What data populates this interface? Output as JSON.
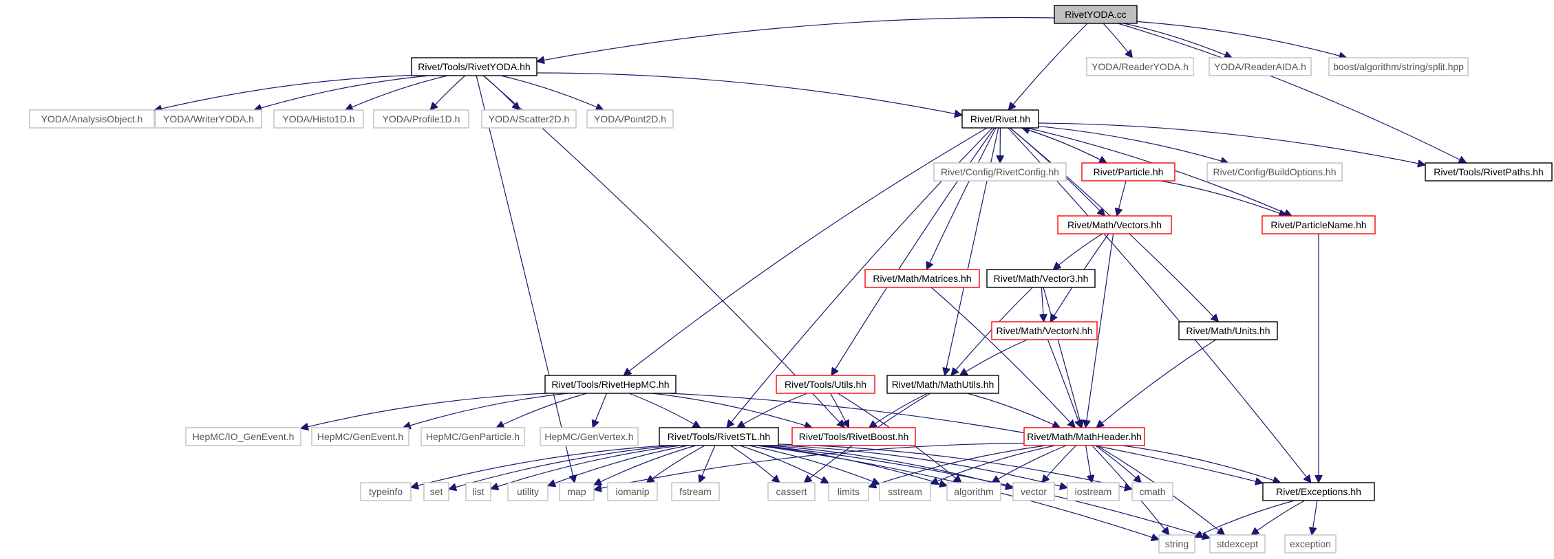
{
  "colors": {
    "edge": "#191970",
    "border_normal": "#000000",
    "border_red": "#ff0000",
    "border_gray": "#bfbfbf",
    "fill_root": "#bfbfbf",
    "fill_default": "#ffffff"
  },
  "nodes": [
    {
      "id": "n_rivetyoda_cc",
      "label": "RivetYODA.cc",
      "style": "root"
    },
    {
      "id": "n_tools_rivetyoda",
      "label": "Rivet/Tools/RivetYODA.hh",
      "style": "normal"
    },
    {
      "id": "n_reader_yoda",
      "label": "YODA/ReaderYODA.h",
      "style": "gray"
    },
    {
      "id": "n_reader_aida",
      "label": "YODA/ReaderAIDA.h",
      "style": "gray"
    },
    {
      "id": "n_boost_split",
      "label": "boost/algorithm/string/split.hpp",
      "style": "gray"
    },
    {
      "id": "n_analysisobject",
      "label": "YODA/AnalysisObject.h",
      "style": "gray"
    },
    {
      "id": "n_writeryoda",
      "label": "YODA/WriterYODA.h",
      "style": "gray"
    },
    {
      "id": "n_histo1d",
      "label": "YODA/Histo1D.h",
      "style": "gray"
    },
    {
      "id": "n_profile1d",
      "label": "YODA/Profile1D.h",
      "style": "gray"
    },
    {
      "id": "n_scatter2d",
      "label": "YODA/Scatter2D.h",
      "style": "gray"
    },
    {
      "id": "n_point2d",
      "label": "YODA/Point2D.h",
      "style": "gray"
    },
    {
      "id": "n_rivet_hh",
      "label": "Rivet/Rivet.hh",
      "style": "normal"
    },
    {
      "id": "n_rivetpaths",
      "label": "Rivet/Tools/RivetPaths.hh",
      "style": "normal"
    },
    {
      "id": "n_rivetconfig",
      "label": "Rivet/Config/RivetConfig.hh",
      "style": "gray"
    },
    {
      "id": "n_particle",
      "label": "Rivet/Particle.hh",
      "style": "red"
    },
    {
      "id": "n_buildoptions",
      "label": "Rivet/Config/BuildOptions.hh",
      "style": "gray"
    },
    {
      "id": "n_vectors",
      "label": "Rivet/Math/Vectors.hh",
      "style": "red"
    },
    {
      "id": "n_particlename",
      "label": "Rivet/ParticleName.hh",
      "style": "red"
    },
    {
      "id": "n_matrices",
      "label": "Rivet/Math/Matrices.hh",
      "style": "red"
    },
    {
      "id": "n_vector3",
      "label": "Rivet/Math/Vector3.hh",
      "style": "normal"
    },
    {
      "id": "n_vectorn",
      "label": "Rivet/Math/VectorN.hh",
      "style": "red"
    },
    {
      "id": "n_units",
      "label": "Rivet/Math/Units.hh",
      "style": "normal"
    },
    {
      "id": "n_rivethepmc",
      "label": "Rivet/Tools/RivetHepMC.hh",
      "style": "normal"
    },
    {
      "id": "n_utils",
      "label": "Rivet/Tools/Utils.hh",
      "style": "red"
    },
    {
      "id": "n_mathutils",
      "label": "Rivet/Math/MathUtils.hh",
      "style": "normal"
    },
    {
      "id": "n_io_genevent",
      "label": "HepMC/IO_GenEvent.h",
      "style": "gray"
    },
    {
      "id": "n_genevent",
      "label": "HepMC/GenEvent.h",
      "style": "gray"
    },
    {
      "id": "n_genparticle",
      "label": "HepMC/GenParticle.h",
      "style": "gray"
    },
    {
      "id": "n_genvertex",
      "label": "HepMC/GenVertex.h",
      "style": "gray"
    },
    {
      "id": "n_rivetstl",
      "label": "Rivet/Tools/RivetSTL.hh",
      "style": "normal"
    },
    {
      "id": "n_rivetboost",
      "label": "Rivet/Tools/RivetBoost.hh",
      "style": "red"
    },
    {
      "id": "n_mathheader",
      "label": "Rivet/Math/MathHeader.hh",
      "style": "red"
    },
    {
      "id": "n_typeinfo",
      "label": "typeinfo",
      "style": "gray"
    },
    {
      "id": "n_set",
      "label": "set",
      "style": "gray"
    },
    {
      "id": "n_list",
      "label": "list",
      "style": "gray"
    },
    {
      "id": "n_utility",
      "label": "utility",
      "style": "gray"
    },
    {
      "id": "n_map",
      "label": "map",
      "style": "gray"
    },
    {
      "id": "n_iomanip",
      "label": "iomanip",
      "style": "gray"
    },
    {
      "id": "n_fstream",
      "label": "fstream",
      "style": "gray"
    },
    {
      "id": "n_cassert",
      "label": "cassert",
      "style": "gray"
    },
    {
      "id": "n_limits",
      "label": "limits",
      "style": "gray"
    },
    {
      "id": "n_sstream",
      "label": "sstream",
      "style": "gray"
    },
    {
      "id": "n_algorithm",
      "label": "algorithm",
      "style": "gray"
    },
    {
      "id": "n_vector",
      "label": "vector",
      "style": "gray"
    },
    {
      "id": "n_iostream",
      "label": "iostream",
      "style": "gray"
    },
    {
      "id": "n_cmath",
      "label": "cmath",
      "style": "gray"
    },
    {
      "id": "n_exceptions",
      "label": "Rivet/Exceptions.hh",
      "style": "normal"
    },
    {
      "id": "n_string",
      "label": "string",
      "style": "gray"
    },
    {
      "id": "n_stdexcept",
      "label": "stdexcept",
      "style": "gray"
    },
    {
      "id": "n_exception",
      "label": "exception",
      "style": "gray"
    }
  ],
  "edges": [
    [
      "n_rivetyoda_cc",
      "n_tools_rivetyoda"
    ],
    [
      "n_rivetyoda_cc",
      "n_reader_yoda"
    ],
    [
      "n_rivetyoda_cc",
      "n_reader_aida"
    ],
    [
      "n_rivetyoda_cc",
      "n_boost_split"
    ],
    [
      "n_rivetyoda_cc",
      "n_rivet_hh"
    ],
    [
      "n_rivetyoda_cc",
      "n_rivetpaths"
    ],
    [
      "n_tools_rivetyoda",
      "n_analysisobject"
    ],
    [
      "n_tools_rivetyoda",
      "n_writeryoda"
    ],
    [
      "n_tools_rivetyoda",
      "n_histo1d"
    ],
    [
      "n_tools_rivetyoda",
      "n_profile1d"
    ],
    [
      "n_tools_rivetyoda",
      "n_scatter2d"
    ],
    [
      "n_tools_rivetyoda",
      "n_point2d"
    ],
    [
      "n_tools_rivetyoda",
      "n_rivet_hh"
    ],
    [
      "n_tools_rivetyoda",
      "n_map"
    ],
    [
      "n_tools_rivetyoda",
      "n_rivetboost"
    ],
    [
      "n_rivet_hh",
      "n_rivetconfig"
    ],
    [
      "n_rivet_hh",
      "n_particle"
    ],
    [
      "n_rivet_hh",
      "n_buildoptions"
    ],
    [
      "n_rivet_hh",
      "n_rivetpaths"
    ],
    [
      "n_rivet_hh",
      "n_vectors"
    ],
    [
      "n_rivet_hh",
      "n_particlename"
    ],
    [
      "n_rivet_hh",
      "n_matrices"
    ],
    [
      "n_rivet_hh",
      "n_units"
    ],
    [
      "n_rivet_hh",
      "n_rivethepmc"
    ],
    [
      "n_rivet_hh",
      "n_utils"
    ],
    [
      "n_rivet_hh",
      "n_mathutils"
    ],
    [
      "n_rivet_hh",
      "n_rivetstl"
    ],
    [
      "n_rivet_hh",
      "n_exceptions"
    ],
    [
      "n_particle",
      "n_rivet_hh"
    ],
    [
      "n_particle",
      "n_vectors"
    ],
    [
      "n_particle",
      "n_particlename"
    ],
    [
      "n_vectors",
      "n_vector3"
    ],
    [
      "n_vectors",
      "n_vectorn"
    ],
    [
      "n_vectors",
      "n_mathheader"
    ],
    [
      "n_vector3",
      "n_vectorn"
    ],
    [
      "n_vector3",
      "n_mathutils"
    ],
    [
      "n_vector3",
      "n_mathheader"
    ],
    [
      "n_vectorn",
      "n_mathutils"
    ],
    [
      "n_vectorn",
      "n_mathheader"
    ],
    [
      "n_matrices",
      "n_mathheader"
    ],
    [
      "n_units",
      "n_mathheader"
    ],
    [
      "n_particlename",
      "n_exceptions"
    ],
    [
      "n_mathutils",
      "n_mathheader"
    ],
    [
      "n_mathutils",
      "n_rivetboost"
    ],
    [
      "n_mathutils",
      "n_cassert"
    ],
    [
      "n_utils",
      "n_rivetstl"
    ],
    [
      "n_utils",
      "n_rivetboost"
    ],
    [
      "n_utils",
      "n_algorithm"
    ],
    [
      "n_rivethepmc",
      "n_io_genevent"
    ],
    [
      "n_rivethepmc",
      "n_genevent"
    ],
    [
      "n_rivethepmc",
      "n_genparticle"
    ],
    [
      "n_rivethepmc",
      "n_genvertex"
    ],
    [
      "n_rivethepmc",
      "n_rivetstl"
    ],
    [
      "n_rivethepmc",
      "n_rivetboost"
    ],
    [
      "n_rivethepmc",
      "n_exceptions"
    ],
    [
      "n_rivetstl",
      "n_typeinfo"
    ],
    [
      "n_rivetstl",
      "n_set"
    ],
    [
      "n_rivetstl",
      "n_list"
    ],
    [
      "n_rivetstl",
      "n_utility"
    ],
    [
      "n_rivetstl",
      "n_map"
    ],
    [
      "n_rivetstl",
      "n_iomanip"
    ],
    [
      "n_rivetstl",
      "n_fstream"
    ],
    [
      "n_rivetstl",
      "n_cassert"
    ],
    [
      "n_rivetstl",
      "n_limits"
    ],
    [
      "n_rivetstl",
      "n_sstream"
    ],
    [
      "n_rivetstl",
      "n_algorithm"
    ],
    [
      "n_rivetstl",
      "n_vector"
    ],
    [
      "n_rivetstl",
      "n_iostream"
    ],
    [
      "n_rivetstl",
      "n_cmath"
    ],
    [
      "n_rivetstl",
      "n_string"
    ],
    [
      "n_rivetstl",
      "n_stdexcept"
    ],
    [
      "n_mathheader",
      "n_map"
    ],
    [
      "n_mathheader",
      "n_limits"
    ],
    [
      "n_mathheader",
      "n_sstream"
    ],
    [
      "n_mathheader",
      "n_algorithm"
    ],
    [
      "n_mathheader",
      "n_vector"
    ],
    [
      "n_mathheader",
      "n_iostream"
    ],
    [
      "n_mathheader",
      "n_cmath"
    ],
    [
      "n_mathheader",
      "n_string"
    ],
    [
      "n_mathheader",
      "n_stdexcept"
    ],
    [
      "n_mathheader",
      "n_exceptions"
    ],
    [
      "n_exceptions",
      "n_string"
    ],
    [
      "n_exceptions",
      "n_stdexcept"
    ],
    [
      "n_exceptions",
      "n_exception"
    ]
  ]
}
